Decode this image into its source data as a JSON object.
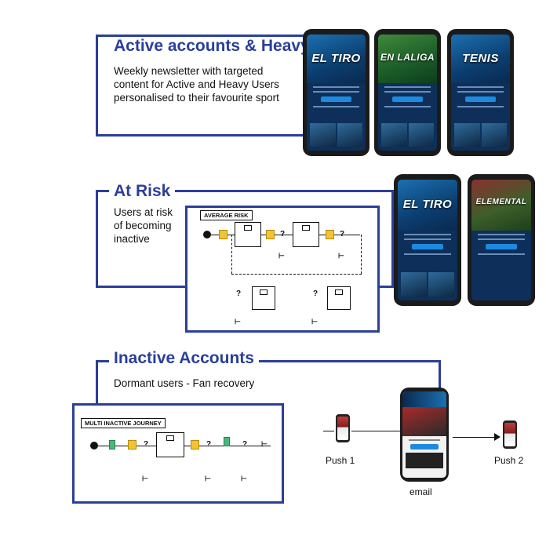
{
  "sections": {
    "active": {
      "title": "Active accounts & Heavy",
      "description": "Weekly newsletter with targeted content for Active and Heavy Users personalised to their favourite sport",
      "phones": [
        {
          "hero": "EL TIRO",
          "theme": "blue"
        },
        {
          "hero": "EN LALIGA",
          "theme": "green"
        },
        {
          "hero": "TENIS",
          "theme": "blue"
        }
      ]
    },
    "at_risk": {
      "title": "At Risk",
      "description": "Users at risk of becoming inactive",
      "journey_label": "AVERAGE RISK",
      "phones": [
        {
          "hero": "EL TIRO",
          "theme": "blue"
        },
        {
          "hero": "ELEMENTAL",
          "theme": "red"
        }
      ]
    },
    "inactive": {
      "title": "Inactive Accounts",
      "description": "Dormant users - Fan recovery",
      "journey_label": "MULTI INACTIVE JOURNEY",
      "flow": {
        "push1": "Push 1",
        "email": "email",
        "push2": "Push 2"
      }
    }
  },
  "colors": {
    "frame": "#2a3f9a",
    "title": "#2a3f9a",
    "accent_yellow": "#f3c431",
    "accent_green": "#49b87a"
  },
  "icons": [
    "envelope-icon",
    "arrow-right-icon",
    "exit-icon",
    "question-icon"
  ]
}
